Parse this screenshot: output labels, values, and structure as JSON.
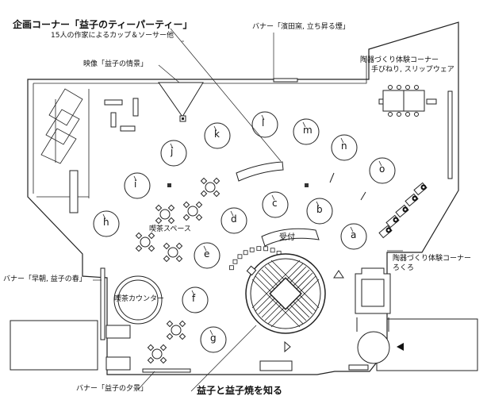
{
  "labels": {
    "planning_title": "企画コーナー「益子のティーパーティー」",
    "planning_sub": "15人の作家によるカップ＆ソーサー他",
    "banner_hamada": "バナー「濱田窯, 立ち昇る煙」",
    "video": "映像「益子の情景」",
    "workshop_title": "陶器づくり体験コーナー",
    "workshop_sub": "手びねり, スリップウェア",
    "cafe_space": "喫茶スペース",
    "reception": "受付",
    "banner_morning": "バナー「早朝, 益子の春」",
    "cafe_counter": "喫茶カウンター",
    "wheel_title": "陶器づくり体験コーナー",
    "wheel_sub": "ろくろ",
    "banner_evening": "バナー「益子の夕景」",
    "exhibit_title": "益子と益子焼を知る"
  },
  "stations": [
    {
      "id": "a",
      "label": "a"
    },
    {
      "id": "b",
      "label": "b"
    },
    {
      "id": "c",
      "label": "c"
    },
    {
      "id": "d",
      "label": "d"
    },
    {
      "id": "e",
      "label": "e"
    },
    {
      "id": "f",
      "label": "f"
    },
    {
      "id": "g",
      "label": "g"
    },
    {
      "id": "h",
      "label": "h"
    },
    {
      "id": "i",
      "label": "i"
    },
    {
      "id": "j",
      "label": "j"
    },
    {
      "id": "k",
      "label": "k"
    },
    {
      "id": "l",
      "label": "l"
    },
    {
      "id": "m",
      "label": "m"
    },
    {
      "id": "n",
      "label": "n"
    },
    {
      "id": "o",
      "label": "o"
    }
  ],
  "colors": {
    "line": "#222222",
    "fill": "#ffffff",
    "dark": "#111111",
    "shade": "#e6e6e6"
  }
}
